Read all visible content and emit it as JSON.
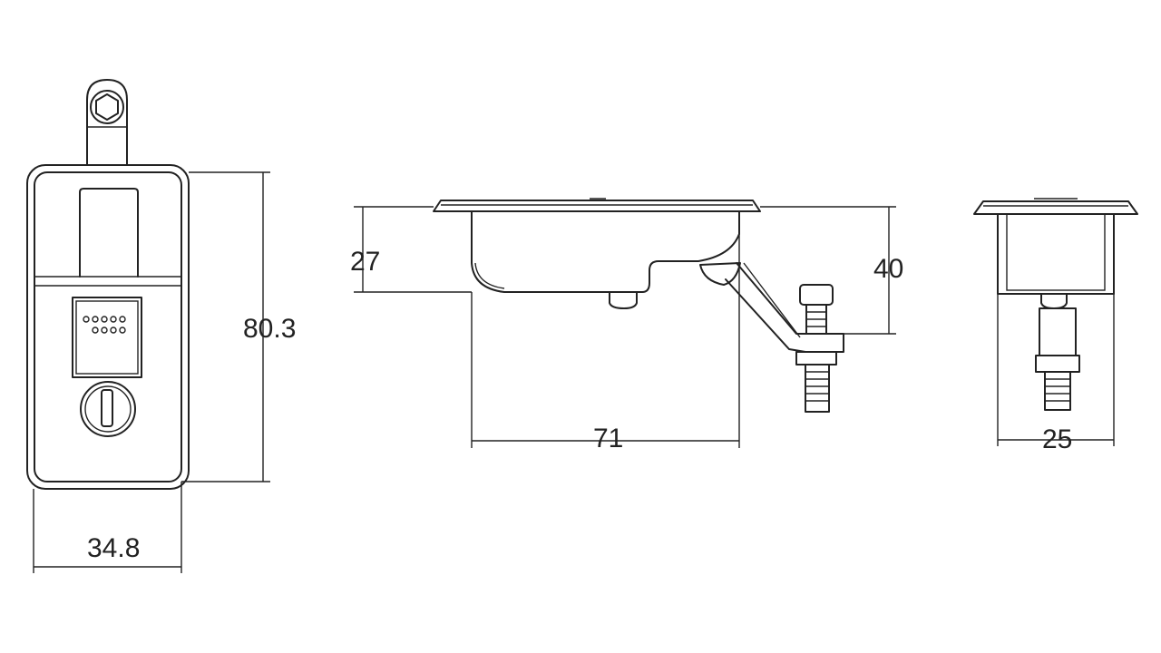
{
  "diagram": {
    "views": {
      "front": {
        "width_label": "34.8",
        "height_label": "80.3"
      },
      "side": {
        "length_label": "71",
        "depth_label": "27",
        "total_depth_label": "40"
      },
      "end": {
        "width_label": "25"
      }
    },
    "colors": {
      "line": "#222222",
      "background": "#ffffff"
    }
  }
}
